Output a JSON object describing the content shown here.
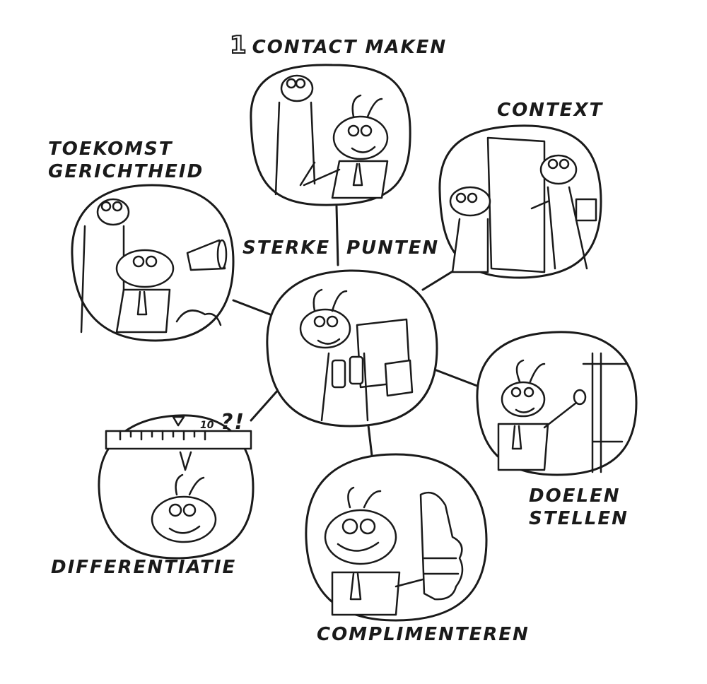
{
  "center": {
    "label_left": "STERKE",
    "label_right": "PUNTEN"
  },
  "nodes": [
    {
      "id": "contact",
      "number": "1",
      "label_lines": [
        "CONTACT MAKEN"
      ]
    },
    {
      "id": "context",
      "label_lines": [
        "CONTEXT"
      ]
    },
    {
      "id": "doelen",
      "label_lines": [
        "DOELEN",
        "STELLEN"
      ]
    },
    {
      "id": "compl",
      "label_lines": [
        "COMPLIMENTEREN"
      ]
    },
    {
      "id": "diff",
      "label_lines": [
        "DIFFERENTIATIE"
      ]
    },
    {
      "id": "toekomst",
      "label_lines": [
        "TOEKOMST",
        "GERICHTHEID"
      ]
    }
  ],
  "ruler": {
    "mark_label": "10",
    "symbols": "?!"
  },
  "colors": {
    "ink": "#1a1a1a",
    "paper": "#ffffff"
  }
}
